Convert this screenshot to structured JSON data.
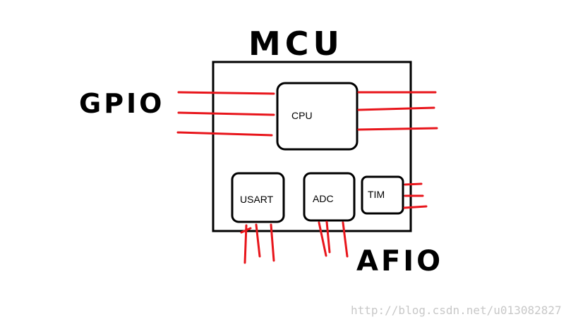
{
  "diagram": {
    "title": "MCU",
    "left_label": "GPIO",
    "bottom_right_label": "AFIO",
    "blocks": {
      "cpu": "CPU",
      "usart": "USART",
      "adc": "ADC",
      "tim": "TIM"
    },
    "watermark": "http://blog.csdn.net/u013082827",
    "colors": {
      "outline": "#000000",
      "pin": "#e8151b",
      "background": "#ffffff"
    }
  }
}
